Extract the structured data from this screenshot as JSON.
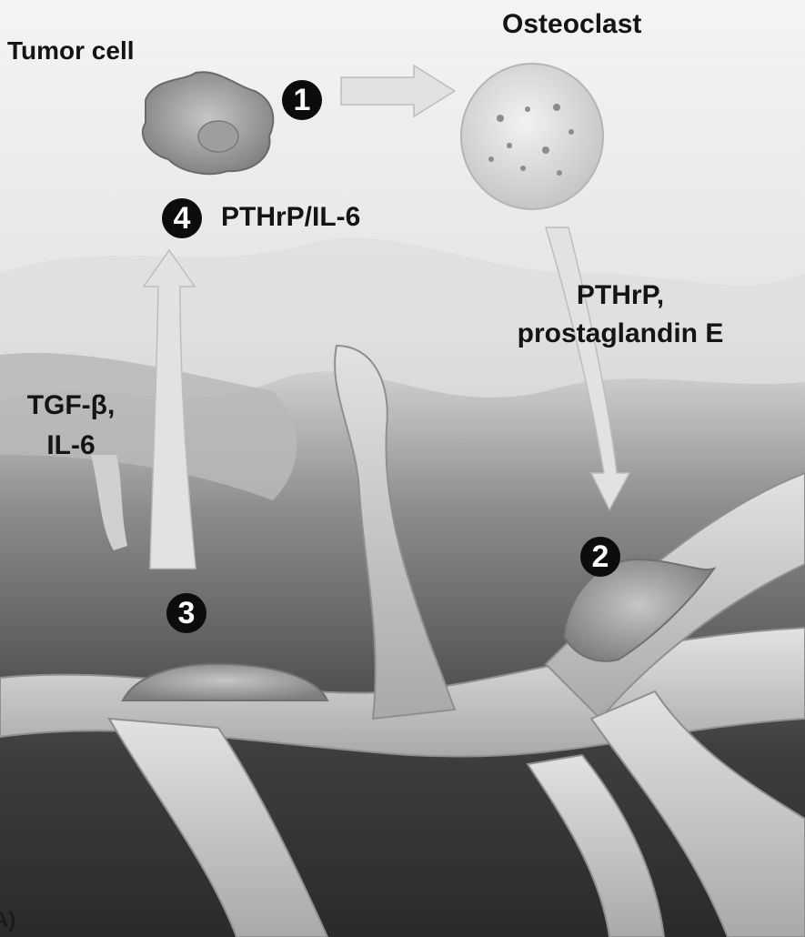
{
  "labels": {
    "tumor_cell": "Tumor cell",
    "osteoclast": "Osteoclast",
    "pthrp_il6": "PTHrP/IL-6",
    "pthrp_pge": "PTHrP,\nprostaglandin E",
    "tgf_il6": "TGF-β,\nIL-6",
    "panel_letter": "A)"
  },
  "steps": [
    "1",
    "2",
    "3",
    "4"
  ],
  "colors": {
    "background_top": "#f2f2f2",
    "background_bottom": "#2e2e2e",
    "bone": "#c4c4c4",
    "badge": "#0c0c0c"
  }
}
